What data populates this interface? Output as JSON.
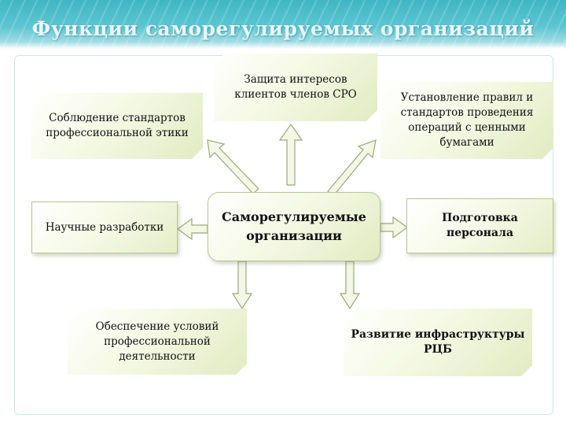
{
  "title": "Функции саморегулируемых организаций",
  "center": "Саморегулируемые организации",
  "boxes": {
    "ethics": "Соблюдение стандартов профессиональной этики",
    "protect": "Защита интересов клиентов членов СРО",
    "rules": "Установление правил и стандартов проведения операций с ценными бумагами",
    "research": "Научные разработки",
    "training": "Подготовка персонала",
    "conditions": "Обеспечение условий профессиональной деятельности",
    "infrastructure": "Развитие инфраструктуры РЦБ"
  },
  "colors": {
    "header": "#3fb6c4",
    "box_fill": "#f7fae9",
    "box_border": "#b9c796",
    "arrow_fill": "#f4f7e6",
    "arrow_stroke": "#9aaa7a"
  }
}
